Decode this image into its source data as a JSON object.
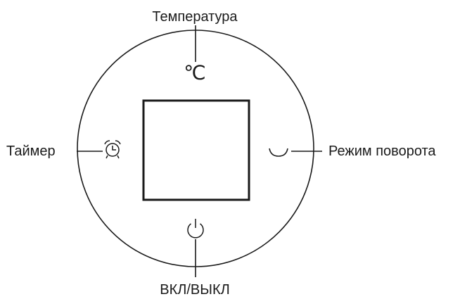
{
  "labels": {
    "temperature": "Температура",
    "timer": "Таймер",
    "rotation_mode": "Режим поворота",
    "power": "ВКЛ/ВЫКЛ"
  },
  "icons": {
    "temperature": "celsius-icon",
    "timer": "alarm-clock-icon",
    "rotation_mode": "swing-arc-icon",
    "power": "power-icon"
  },
  "temperature_unit": "℃",
  "colors": {
    "line": "#1a1a1a",
    "background": "#ffffff"
  }
}
